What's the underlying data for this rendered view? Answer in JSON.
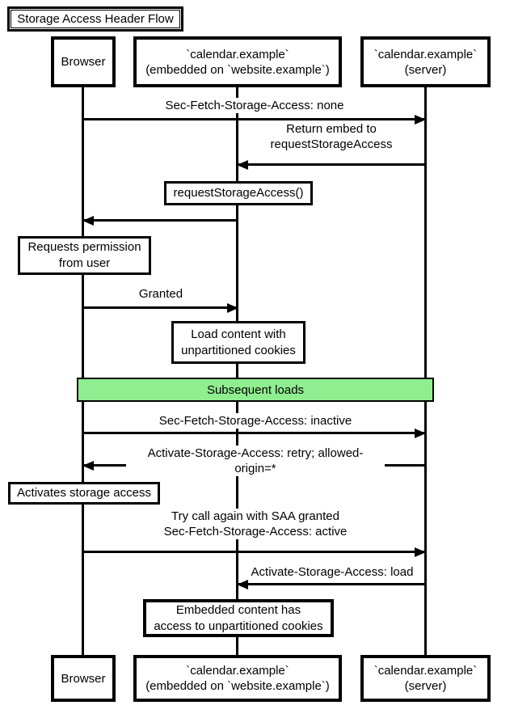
{
  "title": "Storage Access Header Flow",
  "participants": {
    "browser": {
      "label": "Browser"
    },
    "embed": {
      "label": "`calendar.example`\n(embedded on `website.example`)"
    },
    "server": {
      "label": "`calendar.example`\n(server)"
    }
  },
  "messages": {
    "m1": {
      "label": "Sec-Fetch-Storage-Access: none",
      "from": "Browser",
      "to": "server"
    },
    "m2": {
      "label": "Return embed to\nrequestStorageAccess",
      "from": "server",
      "to": "embed"
    },
    "m3": {
      "label": "",
      "from": "embed",
      "to": "Browser"
    },
    "m4": {
      "label": "Granted",
      "from": "Browser",
      "to": "embed"
    },
    "m5": {
      "label": "Sec-Fetch-Storage-Access: inactive",
      "from": "Browser",
      "to": "server"
    },
    "m6": {
      "label": "Activate-Storage-Access: retry; allowed-origin=*",
      "from": "server",
      "to": "Browser"
    },
    "m7": {
      "label": "Try call again with SAA granted\nSec-Fetch-Storage-Access: active",
      "from": "Browser",
      "to": "server"
    },
    "m8": {
      "label": "Activate-Storage-Access: load",
      "from": "server",
      "to": "embed"
    }
  },
  "notes": {
    "request_storage_access": {
      "label": "requestStorageAccess()",
      "over": "embed"
    },
    "requests_permission": {
      "label": "Requests permission\nfrom user",
      "over": "Browser"
    },
    "load_content": {
      "label": "Load content with\nunpartitioned cookies",
      "over": "embed"
    },
    "activates_storage": {
      "label": "Activates storage access",
      "over": "Browser"
    },
    "embedded_content": {
      "label": "Embedded content has\naccess to unpartitioned cookies",
      "over": "embed"
    }
  },
  "divider": {
    "label": "Subsequent loads"
  },
  "colors": {
    "line": "#000000",
    "label_background": "#ffffff",
    "divider_fill": "#90ee90",
    "divider_border": "#000000"
  }
}
